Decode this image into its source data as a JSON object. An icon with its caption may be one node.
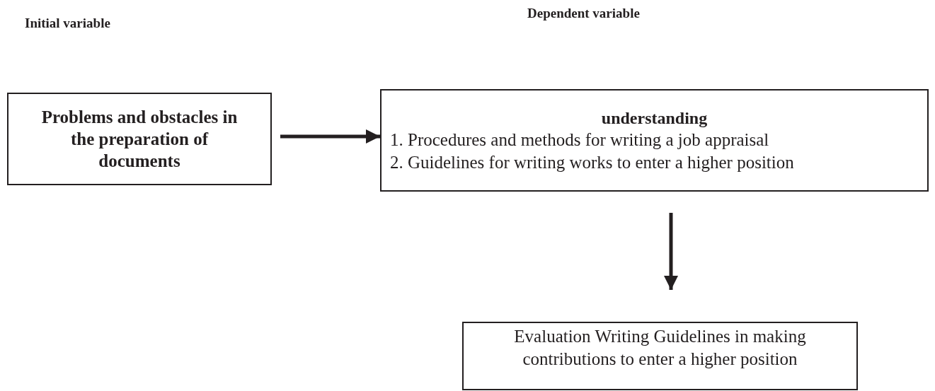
{
  "diagram": {
    "nodes": [
      {
        "text": [
          "Problems and obstacles in the preparation of documents"
        ]
      },
      {
        "text": [
          "understanding",
          "1. Procedures and methods for writing a job appraisal",
          "2. Guidelines for writing works to enter a higher position"
        ]
      },
      {
        "text": [
          "Evaluation Writing Guidelines in making contributions to enter a higher position"
        ]
      }
    ],
    "edges": [
      {
        "from": 0,
        "to": 1,
        "arrow": "to"
      },
      {
        "from": 1,
        "to": 2,
        "arrow": "to"
      }
    ],
    "labels": [
      "Initial variable",
      "Dependent variable"
    ]
  }
}
